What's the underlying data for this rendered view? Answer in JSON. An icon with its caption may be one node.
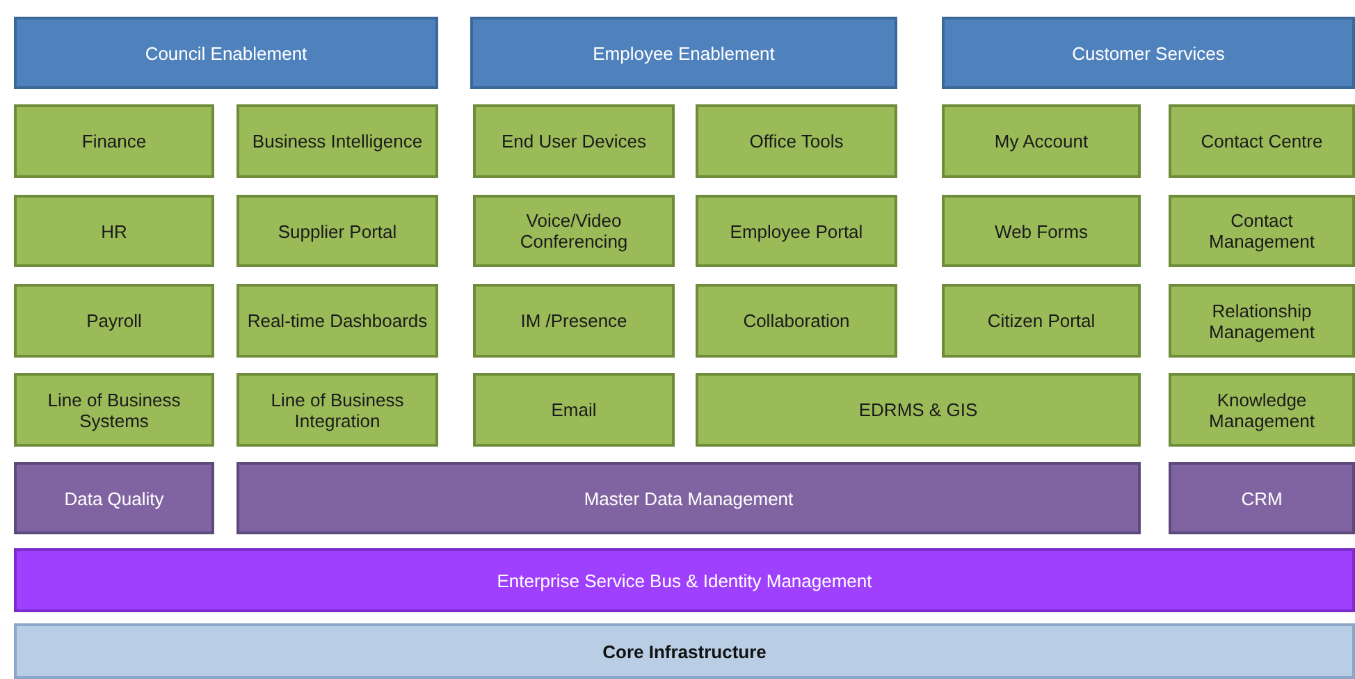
{
  "diagram": {
    "nodes": [
      {
        "text": [
          "Council Enablement"
        ]
      },
      {
        "text": [
          "Employee Enablement"
        ]
      },
      {
        "text": [
          "Customer Services"
        ]
      },
      {
        "text": [
          "Finance"
        ]
      },
      {
        "text": [
          "Business Intelligence"
        ]
      },
      {
        "text": [
          "End User Devices"
        ]
      },
      {
        "text": [
          "Office Tools"
        ]
      },
      {
        "text": [
          "My Account"
        ]
      },
      {
        "text": [
          "Contact Centre"
        ]
      },
      {
        "text": [
          "HR"
        ]
      },
      {
        "text": [
          "Supplier Portal"
        ]
      },
      {
        "text": [
          "Voice/Video Conferencing"
        ]
      },
      {
        "text": [
          "Employee Portal"
        ]
      },
      {
        "text": [
          "Web Forms"
        ]
      },
      {
        "text": [
          "Contact Management"
        ]
      },
      {
        "text": [
          "Payroll"
        ]
      },
      {
        "text": [
          "Real-time Dashboards"
        ]
      },
      {
        "text": [
          "IM /Presence"
        ]
      },
      {
        "text": [
          "Collaboration"
        ]
      },
      {
        "text": [
          "Citizen Portal"
        ]
      },
      {
        "text": [
          "Relationship Management"
        ]
      },
      {
        "text": [
          "Line of Business Systems"
        ]
      },
      {
        "text": [
          "Line of Business Integration"
        ]
      },
      {
        "text": [
          "Email"
        ]
      },
      {
        "text": [
          "EDRMS & GIS"
        ]
      },
      {
        "text": [
          "Knowledge Management"
        ]
      },
      {
        "text": [
          "Data Quality"
        ]
      },
      {
        "text": [
          "Master Data Management"
        ]
      },
      {
        "text": [
          "CRM"
        ]
      },
      {
        "text": [
          "Enterprise Service Bus & Identity Management"
        ]
      },
      {
        "text": [
          "Core Infrastructure"
        ]
      }
    ],
    "edges": []
  }
}
